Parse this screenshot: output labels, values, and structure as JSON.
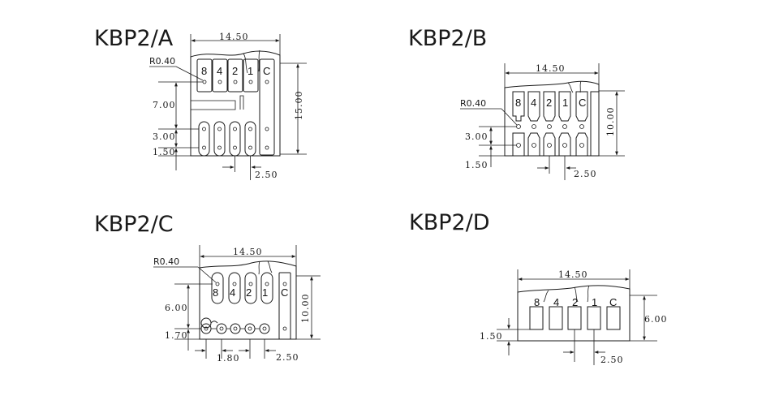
{
  "diagrams": {
    "a": {
      "title": "KBP2/A",
      "width": "14.50",
      "height": "15.00",
      "d1": "7.00",
      "d2": "3.00",
      "d3": "1.50",
      "pitch": "2.50",
      "radius": "R0.40",
      "pins": [
        "8",
        "4",
        "2",
        "1",
        "C"
      ]
    },
    "b": {
      "title": "KBP2/B",
      "width": "14.50",
      "height": "10.00",
      "d1": "3.00",
      "d2": "1.50",
      "pitch": "2.50",
      "radius": "R0.40",
      "pins": [
        "8",
        "4",
        "2",
        "1",
        "C"
      ]
    },
    "c": {
      "title": "KBP2/C",
      "width": "14.50",
      "height": "10.00",
      "d1": "6.00",
      "d2": "1.70",
      "pitch1": "1.80",
      "pitch": "2.50",
      "radius": "R0.40",
      "pins": [
        "8",
        "4",
        "2",
        "1",
        "C"
      ]
    },
    "d": {
      "title": "KBP2/D",
      "width": "14.50",
      "height": "6.00",
      "d1": "1.50",
      "pitch": "2.50",
      "pins": [
        "8",
        "4",
        "2",
        "1",
        "C"
      ]
    }
  }
}
